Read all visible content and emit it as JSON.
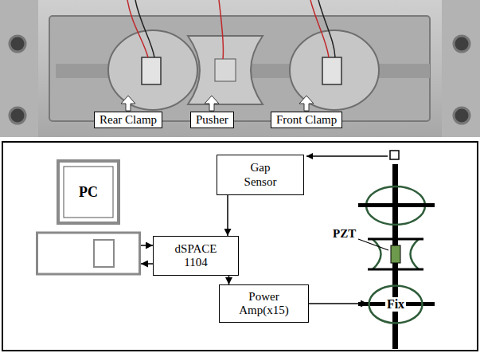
{
  "diagram": {
    "nodes": [
      {
        "text": [
          "Rear Clamp"
        ]
      },
      {
        "text": [
          "Pusher"
        ]
      },
      {
        "text": [
          "Front Clamp"
        ]
      },
      {
        "text": [
          "PC"
        ]
      },
      {
        "text": [
          "Gap Sensor"
        ]
      },
      {
        "text": [
          "dSPACE 1104"
        ]
      },
      {
        "text": [
          "Power Amp(x15)"
        ]
      },
      {
        "text": [
          "Fix"
        ]
      }
    ],
    "edges": [
      {
        "from": 4,
        "to": 5,
        "arrow": "to"
      },
      {
        "from": 3,
        "to": 5,
        "arrow": "to"
      },
      {
        "from": 5,
        "to": 3,
        "arrow": "to"
      },
      {
        "from": 5,
        "to": 6,
        "arrow": "to"
      },
      {
        "from": 6,
        "to": 7,
        "arrow": "to"
      }
    ],
    "labels": [
      "PZT"
    ]
  }
}
